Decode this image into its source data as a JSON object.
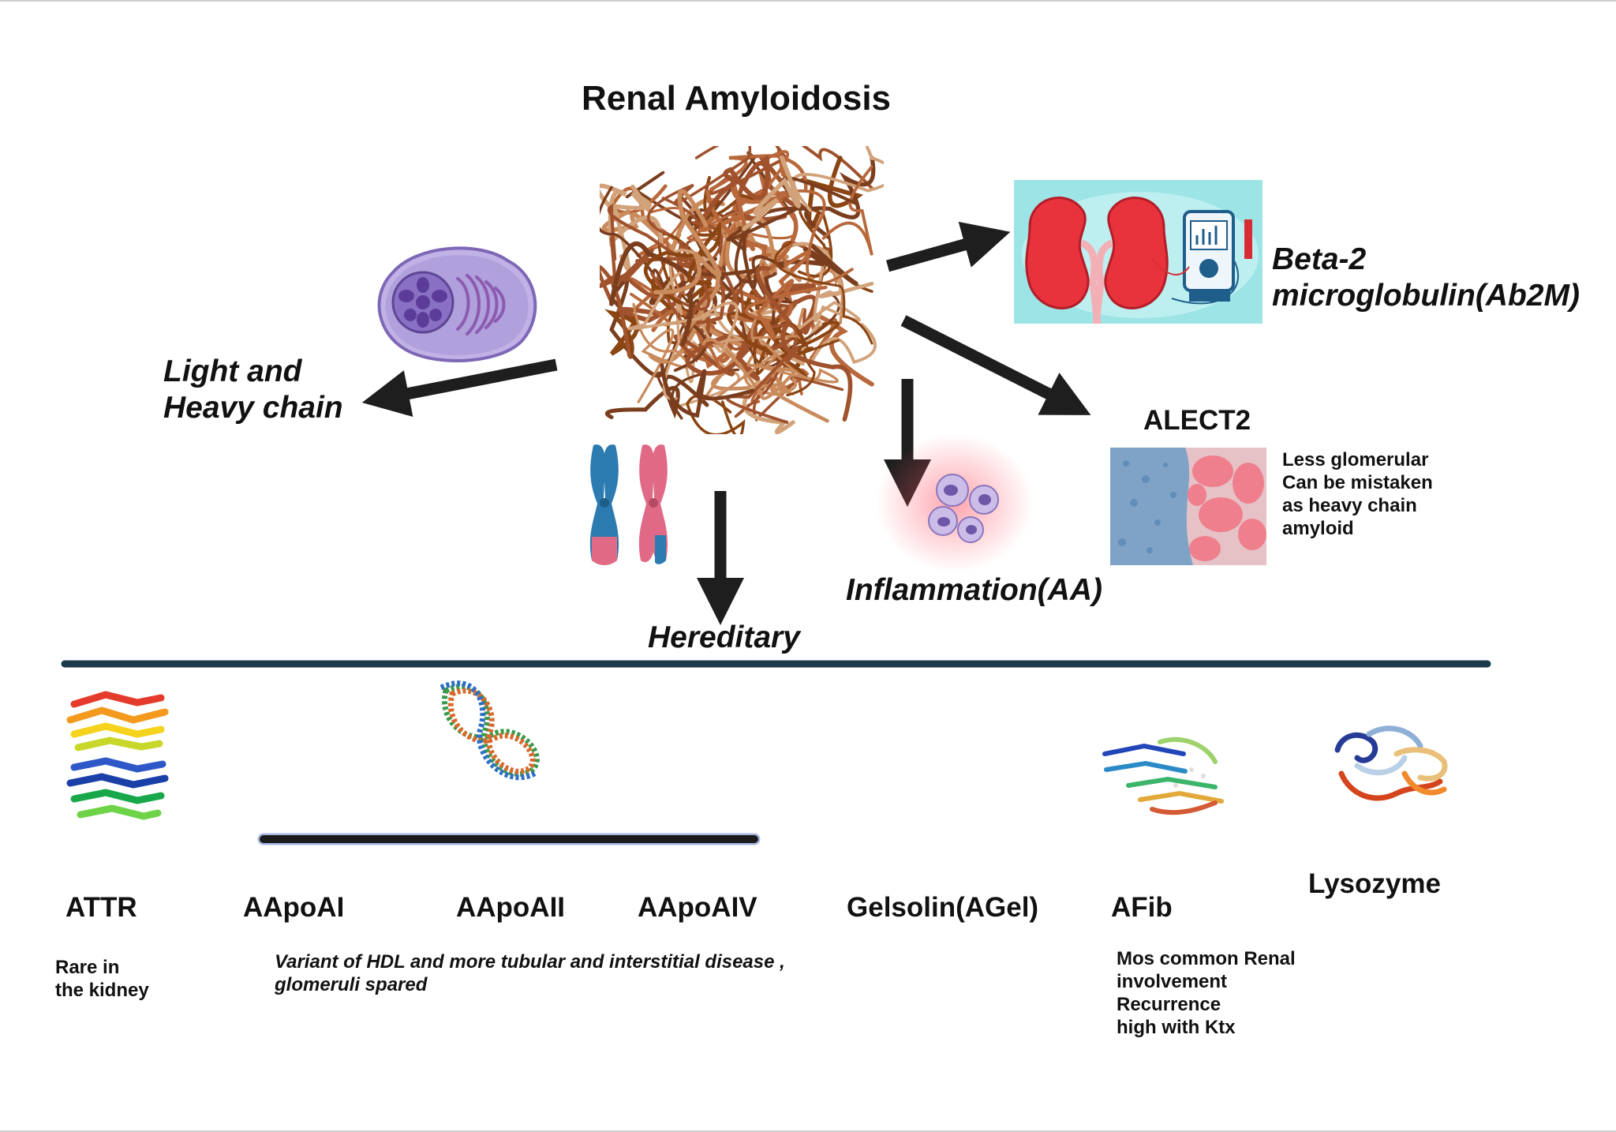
{
  "title": "Renal Amyloidosis",
  "branches": {
    "light_heavy": [
      "Light and",
      "Heavy chain"
    ],
    "beta2": [
      "Beta-2",
      "microglobulin(Ab2M)"
    ],
    "alect2": {
      "title": "ALECT2",
      "note": [
        "Less glomerular",
        "Can be mistaken",
        "as heavy chain",
        "amyloid"
      ]
    },
    "inflammation": "Inflammation(AA)",
    "hereditary": "Hereditary"
  },
  "hereditary_types": {
    "attr": {
      "name": "ATTR",
      "note": [
        "Rare in",
        "the kidney"
      ]
    },
    "aapoai": {
      "name": "AApoAI"
    },
    "aapoaii": {
      "name": "AApoAII"
    },
    "aapoaiv": {
      "name": "AApoAIV"
    },
    "apo_note": [
      "Variant of HDL and more tubular and interstitial disease ,",
      "glomeruli spared"
    ],
    "gelsolin": {
      "name": "Gelsolin(AGel)"
    },
    "afib": {
      "name": "AFib",
      "note": [
        "Mos common Renal",
        "involvement",
        "Recurrence",
        "high with Ktx"
      ]
    },
    "lysozyme": {
      "name": "Lysozyme"
    }
  },
  "colors": {
    "arrow": "#1e1e1e",
    "divider": "#1b3a4b",
    "fibril": "#a0522d",
    "kidney": "#e8323c",
    "cell": "#9b86c9",
    "chromosome_blue": "#2b7bb0",
    "chromosome_pink": "#e06a86"
  }
}
